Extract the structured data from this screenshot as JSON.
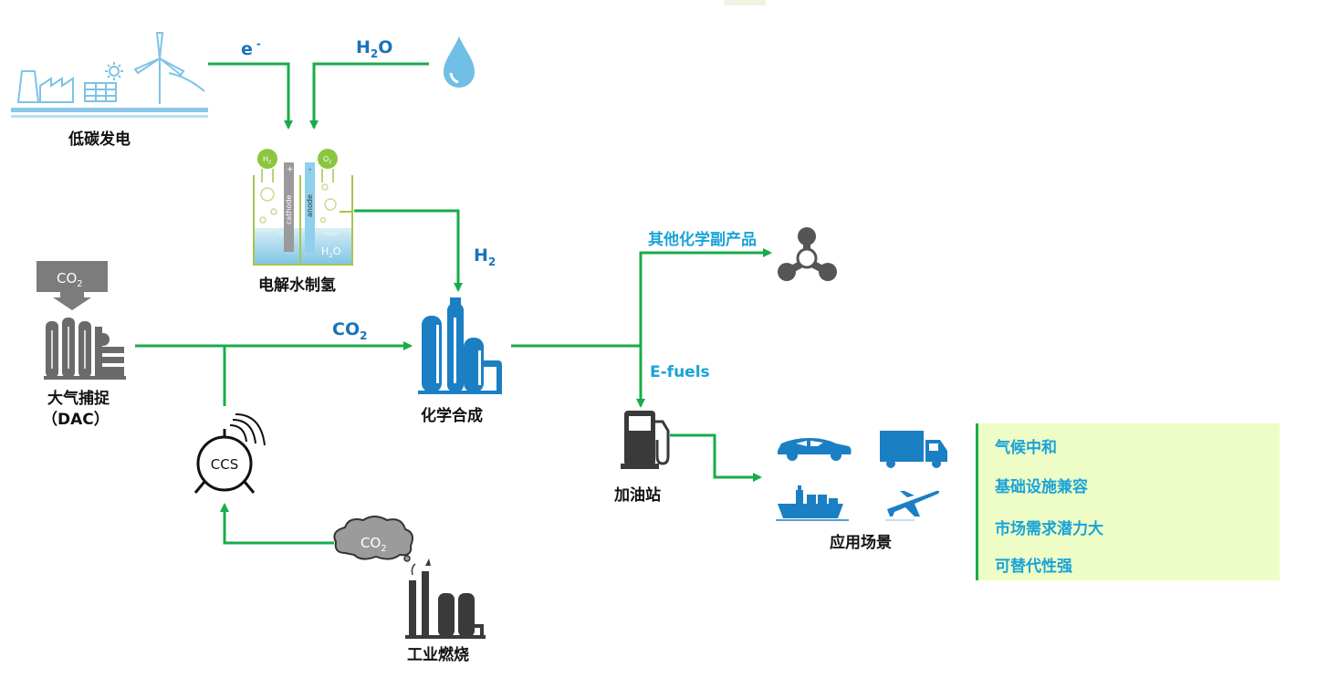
{
  "labels": {
    "low_carbon_power": "低碳发电",
    "electrolysis": "电解水制氢",
    "dac_line1": "大气捕捉",
    "dac_line2": "（DAC）",
    "chemical_synthesis": "化学合成",
    "industrial_combustion": "工业燃烧",
    "gas_station": "加油站",
    "applications": "应用场景",
    "ccs": "CCS",
    "other_byproducts": "其他化学副产品",
    "efuels": "E-fuels",
    "cathode": "cathode",
    "anode": "anode"
  },
  "flow_labels": {
    "electron": "e",
    "electron_sup": "-",
    "water_main": "H",
    "water_sub": "2",
    "water_tail": "O",
    "h2_main": "H",
    "h2_sub": "2",
    "co2_main": "CO",
    "co2_sub": "2",
    "co2_box_main": "CO",
    "co2_box_sub": "2",
    "co2_cloud_main": "CO",
    "co2_cloud_sub": "2",
    "h2o_tank_main": "H",
    "h2o_tank_sub": "2",
    "h2o_tank_tail": "O",
    "h2_bubble_main": "H",
    "h2_bubble_sub": "2",
    "o2_bubble_main": "O",
    "o2_bubble_sub": "2",
    "plus": "+",
    "minus": "-"
  },
  "benefits": {
    "items": [
      "气候中和",
      "基础设施兼容",
      "市场需求潜力大",
      "可替代性强"
    ]
  },
  "colors": {
    "arrow_green": "#1aab4a",
    "label_blue": "#1a73b8",
    "label_cyan": "#1aa3d9",
    "icon_blue": "#1b7fc4",
    "icon_gray": "#5a5a5a",
    "panel_bg": "#eefcc6",
    "panel_border": "#1aab4a"
  }
}
